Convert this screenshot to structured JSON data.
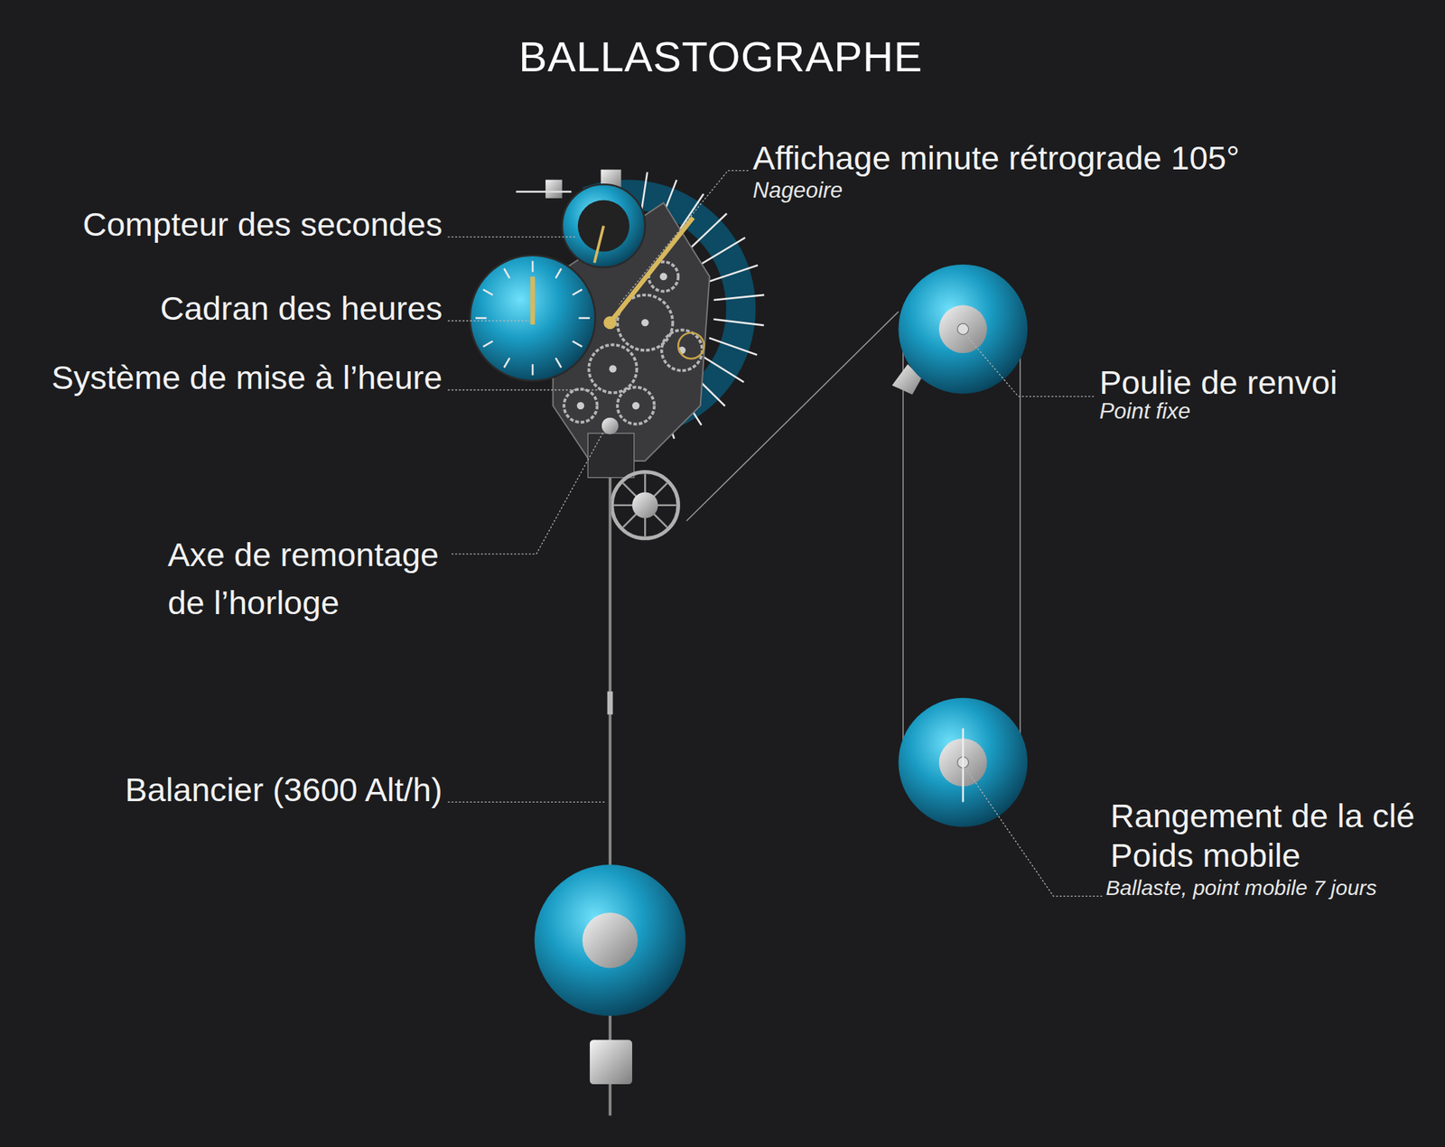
{
  "diagram": {
    "title": "BALLASTOGRAPHE",
    "labels": [
      "Affichage minute rétrograde 105°",
      "Nageoire",
      "Compteur des secondes",
      "Cadran des heures",
      "Système de mise à l’heure",
      "Axe de remontage de l’horloge",
      "Balancier (3600 Alt/h)",
      "Poulie de renvoi",
      "Point fixe",
      "Rangement de la clé",
      "Poids mobile",
      "Ballaste, point mobile 7 jours"
    ]
  }
}
